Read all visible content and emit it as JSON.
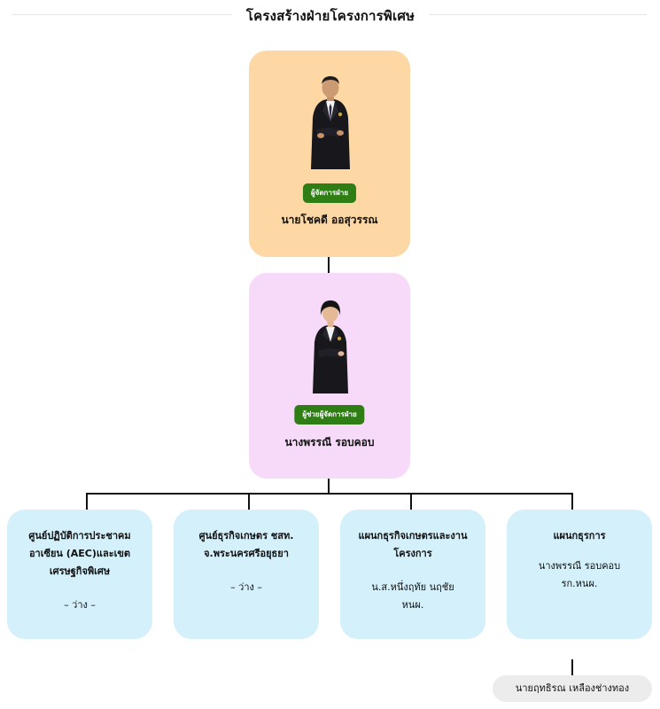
{
  "page": {
    "title": "โครงสร้างฝ่ายโครงการพิเศษ"
  },
  "colors": {
    "manager_card": "#fdd7a4",
    "assistant_card": "#f7d9fa",
    "unit_card": "#d3f0fb",
    "role_badge": "#2e7d15",
    "staff_pill": "#ececec",
    "connector": "#111111"
  },
  "manager": {
    "role": "ผู้จัดการฝ่าย",
    "name": "นายโชคดี ออสุวรรณ",
    "photo_icon": "man-in-suit-portrait"
  },
  "assistant": {
    "role": "ผู้ช่วยผู้จัดการฝ่าย",
    "name": "นางพรรณี รอบคอบ",
    "photo_icon": "woman-in-suit-portrait"
  },
  "units": [
    {
      "title_lines": [
        "ศูนย์ปฏิบัติการประชาคม",
        "อาเซียน (AEC)และเขต",
        "เศรษฐกิจพิเศษ"
      ],
      "body_lines": [
        "– ว่าง –"
      ]
    },
    {
      "title_lines": [
        "ศูนย์ธุรกิจเกษตร ชสท.",
        "จ.พระนครศรีอยุธยา"
      ],
      "body_lines": [
        "– ว่าง –"
      ]
    },
    {
      "title_lines": [
        "แผนกธุรกิจเกษตรและงาน",
        "โครงการ"
      ],
      "body_lines": [
        "น.ส.หนึ่งฤทัย นฤชัย",
        "หนผ."
      ]
    },
    {
      "title_lines": [
        "แผนกธุรการ"
      ],
      "body_lines": [
        "นางพรรณี รอบคอบ",
        "รก.หนผ."
      ]
    }
  ],
  "staff": {
    "name": "นายฤทธิรณ เหลืองช่างทอง"
  }
}
